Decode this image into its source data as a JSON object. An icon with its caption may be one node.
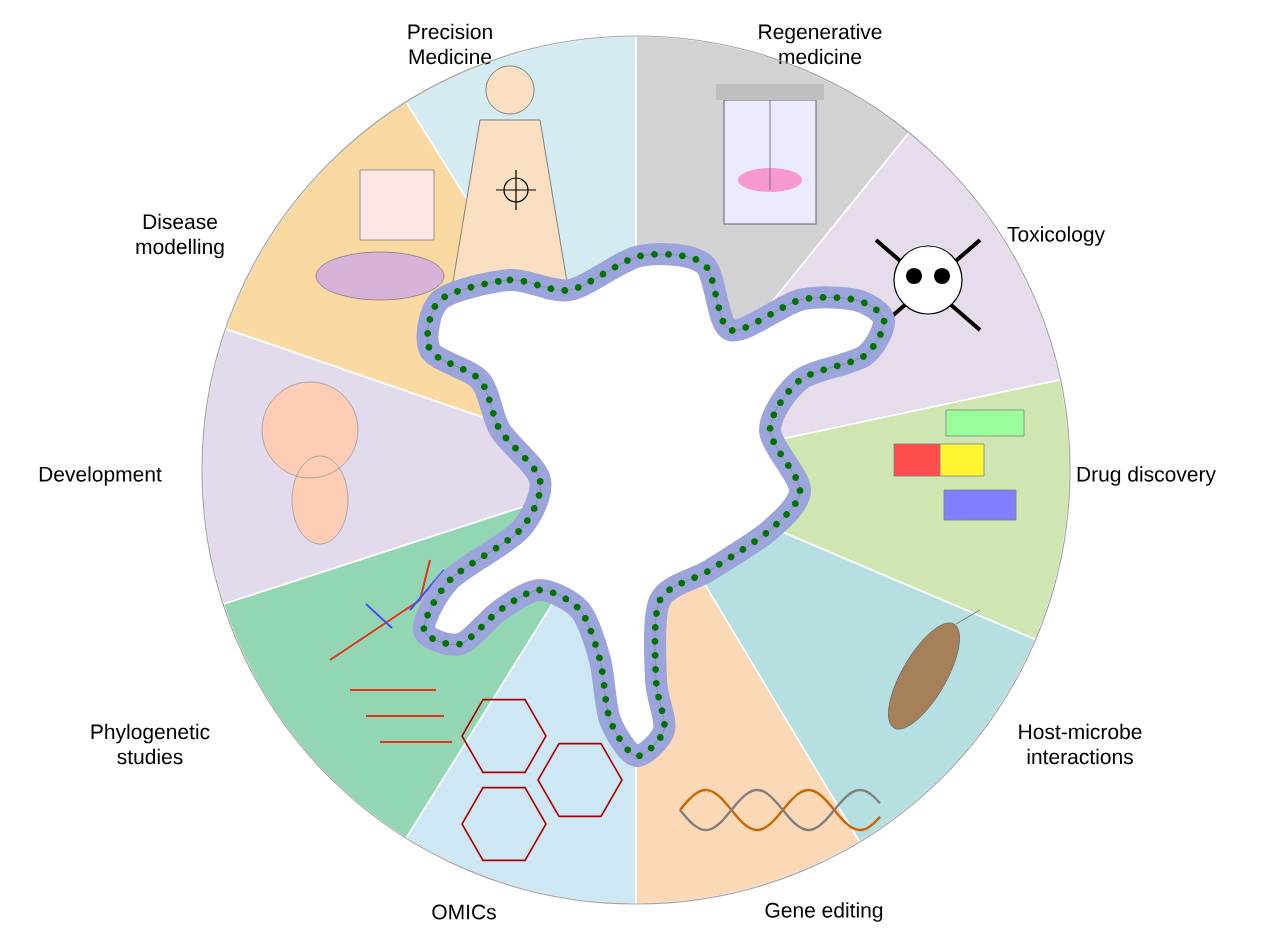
{
  "diagram": {
    "nodes": [
      {
        "text": [
          "Precision Medicine"
        ]
      },
      {
        "text": [
          "Regenerative medicine"
        ]
      },
      {
        "text": [
          "Toxicology"
        ]
      },
      {
        "text": [
          "Drug discovery"
        ]
      },
      {
        "text": [
          "Host-microbe interactions"
        ]
      },
      {
        "text": [
          "Gene editing"
        ]
      },
      {
        "text": [
          "OMICs"
        ]
      },
      {
        "text": [
          "Phylogenetic studies"
        ]
      },
      {
        "text": [
          "Development"
        ]
      },
      {
        "text": [
          "Disease modelling"
        ]
      }
    ]
  }
}
